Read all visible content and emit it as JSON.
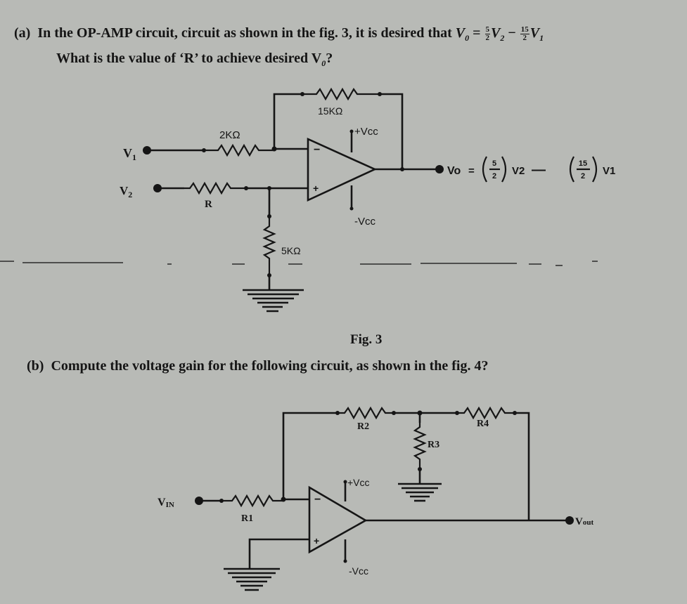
{
  "part_a": {
    "label": "(a)",
    "line1": "In the OP-AMP circuit, circuit as shown in the fig. 3, it is desired that",
    "eq_lhs": "V",
    "eq_lhs_sub": "0",
    "eq_eq": "=",
    "eq_f1_num": "5",
    "eq_f1_den": "2",
    "eq_v2": "V",
    "eq_v2_sub": "2",
    "eq_minus": "−",
    "eq_f2_num": "15",
    "eq_f2_den": "2",
    "eq_v1": "V",
    "eq_v1_sub": "1",
    "line2": "What is the value of ‘R’ to achieve desired V",
    "line2_sub": "0",
    "line2_end": "?"
  },
  "fig3": {
    "v1_label": "V",
    "v1_sub": "1",
    "v2_label": "V",
    "v2_sub": "2",
    "r_in1": "2KΩ",
    "r_in2": "R",
    "r_feedback": "15KΩ",
    "r_ground": "5KΩ",
    "vcc_pos": "+Vcc",
    "vcc_neg": "-Vcc",
    "minus_sign": "−",
    "plus_sign": "+",
    "output_label": "Vo",
    "output_eq": "=",
    "out_f1_num": "5",
    "out_f1_den": "2",
    "out_v2": "V2",
    "out_minus": "—",
    "out_f2_num": "15",
    "out_f2_den": "2",
    "out_v1": "V1",
    "caption": "Fig. 3"
  },
  "part_b": {
    "label": "(b)",
    "text": "Compute the voltage gain for the following circuit, as shown in the fig. 4?"
  },
  "fig4": {
    "vin_label": "V",
    "vin_sub": "IN",
    "r1": "R1",
    "r2": "R2",
    "r3": "R3",
    "r4": "R4",
    "vcc_pos": "+Vcc",
    "vcc_neg": "-Vcc",
    "minus_sign": "−",
    "plus_sign": "+",
    "vout_label": "V",
    "vout_sub": "out"
  },
  "colors": {
    "background": "#b8bab6",
    "ink": "#151515"
  }
}
